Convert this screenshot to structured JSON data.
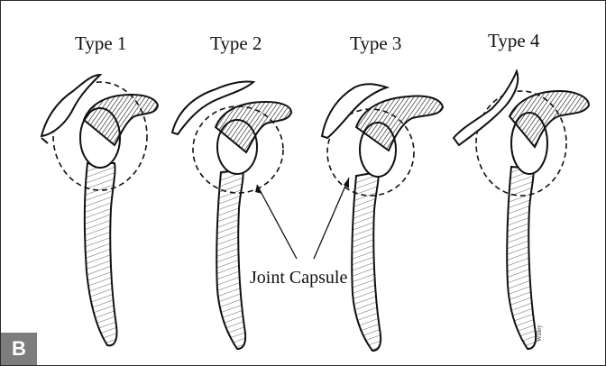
{
  "figure": {
    "panel_label": "B",
    "types": [
      {
        "label": "Type 1"
      },
      {
        "label": "Type 2"
      },
      {
        "label": "Type 3"
      },
      {
        "label": "Type 4"
      }
    ],
    "annotation": "Joint Capsule",
    "signature": "Willey"
  },
  "colors": {
    "ink": "#111111",
    "badge": "#7d7d7d"
  }
}
